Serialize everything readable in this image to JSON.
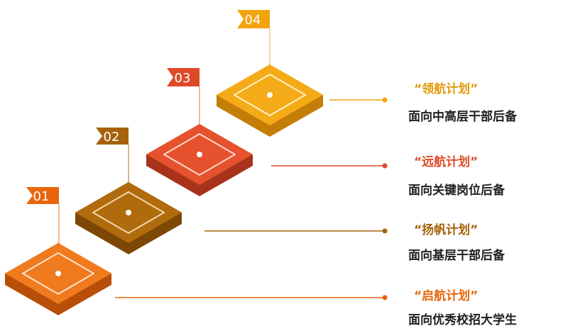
{
  "steps": [
    {
      "number": "01",
      "title": "“启航计划”",
      "desc": "面向优秀校招大学生",
      "color": "#e8650c",
      "title_color": "#e8650c"
    },
    {
      "number": "02",
      "title": "“扬帆计划”",
      "desc": "面向基层干部后备",
      "color": "#a5620a",
      "title_color": "#a5620a"
    },
    {
      "number": "03",
      "title": "“远航计划”",
      "desc": "面向关键岗位后备",
      "color": "#de4a26",
      "title_color": "#de4a26"
    },
    {
      "number": "04",
      "title": "“领航计划”",
      "desc": "面向中高层干部后备",
      "color": "#f2a40e",
      "title_color": "#e49a0a"
    }
  ]
}
